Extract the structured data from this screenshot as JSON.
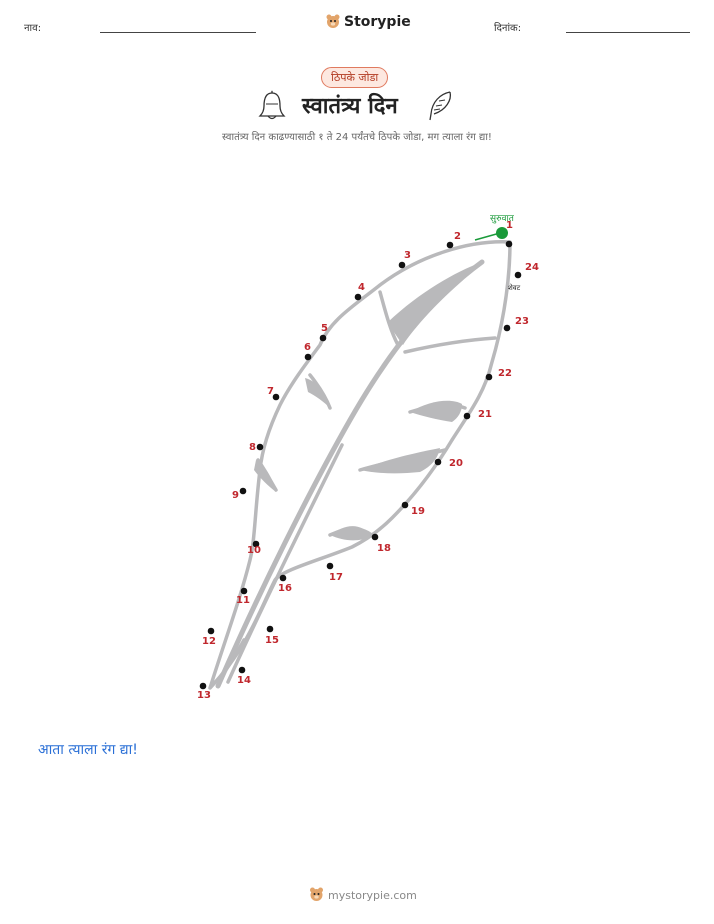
{
  "header": {
    "name_label": "नाव:",
    "brand": "Storypie",
    "date_label": "दिनांक:"
  },
  "badge": "ठिपके जोडा",
  "title": "स्वातंत्र्य दिन",
  "subtitle": "स्वातंत्र्य दिन काढण्यासाठी १ ते 24 पर्यंतचे ठिपके जोडा, मग त्याला रंग द्या!",
  "start_label": "सुरुवात",
  "end_label": "शेवट",
  "color_instruction": "आता त्याला रंग द्या!",
  "footer": "mystorypie.com",
  "colors": {
    "number": "#c0272d",
    "start": "#1a9a3a",
    "dot": "#111111",
    "outline": "#b9b9bb",
    "instruction": "#2a6fd6"
  },
  "dots": [
    {
      "n": "1"
    },
    {
      "n": "2"
    },
    {
      "n": "3"
    },
    {
      "n": "4"
    },
    {
      "n": "5"
    },
    {
      "n": "6"
    },
    {
      "n": "7"
    },
    {
      "n": "8"
    },
    {
      "n": "9"
    },
    {
      "n": "10"
    },
    {
      "n": "11"
    },
    {
      "n": "12"
    },
    {
      "n": "13"
    },
    {
      "n": "14"
    },
    {
      "n": "15"
    },
    {
      "n": "16"
    },
    {
      "n": "17"
    },
    {
      "n": "18"
    },
    {
      "n": "19"
    },
    {
      "n": "20"
    },
    {
      "n": "21"
    },
    {
      "n": "22"
    },
    {
      "n": "23"
    },
    {
      "n": "24"
    }
  ]
}
